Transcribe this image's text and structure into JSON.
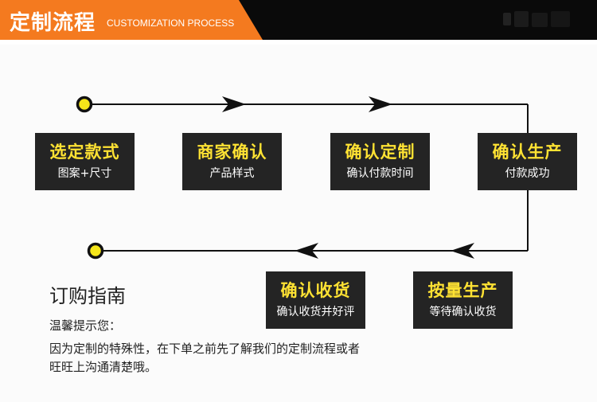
{
  "header": {
    "title": "定制流程",
    "subtitle": "CUSTOMIZATION PROCESS"
  },
  "steps": [
    {
      "title": "选定款式",
      "desc": "图案+尺寸"
    },
    {
      "title": "商家确认",
      "desc": "产品样式"
    },
    {
      "title": "确认定制",
      "desc": "确认付款时间"
    },
    {
      "title": "确认生产",
      "desc": "付款成功"
    },
    {
      "title": "按量生产",
      "desc": "等待确认收货"
    },
    {
      "title": "确认收货",
      "desc": "确认收货并好评"
    }
  ],
  "guide": {
    "title": "订购指南",
    "label": "温馨提示您：",
    "text": "因为定制的特殊性，在下单之前先了解我们的定制流程或者旺旺上沟通清楚哦。"
  },
  "colors": {
    "accent": "#f47a1f",
    "header_bg": "#0a0a0a",
    "box_bg": "#242424",
    "box_title": "#ffe233",
    "dot": "#f5e61a"
  }
}
